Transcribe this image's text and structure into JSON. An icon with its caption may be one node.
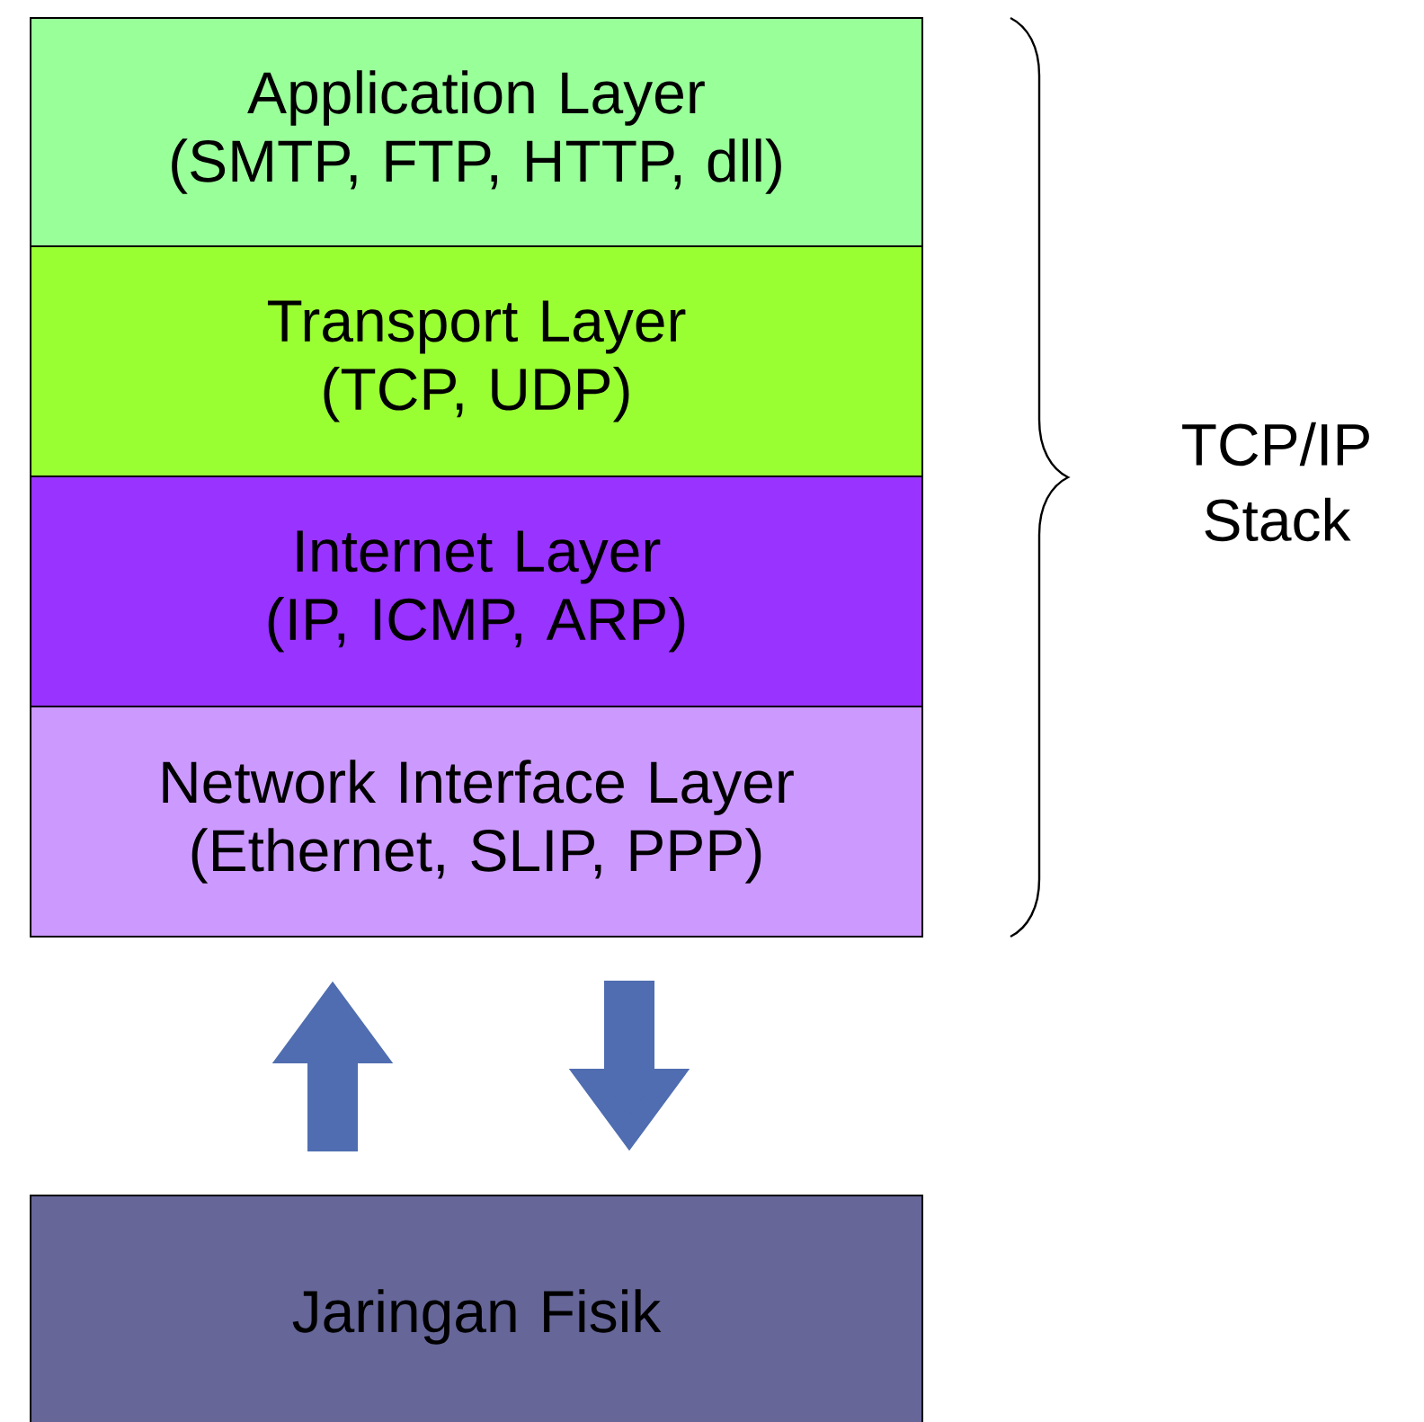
{
  "diagram": {
    "nodes": [
      {
        "text": [
          "Application Layer",
          "(SMTP, FTP, HTTP, dll)"
        ]
      },
      {
        "text": [
          "Transport Layer",
          "(TCP, UDP)"
        ]
      },
      {
        "text": [
          "Internet Layer",
          "(IP, ICMP, ARP)"
        ]
      },
      {
        "text": [
          "Network Interface Layer",
          "(Ethernet, SLIP, PPP)"
        ]
      },
      {
        "text": [
          "Jaringan Fisik"
        ]
      }
    ],
    "edges": [
      {
        "from": 4,
        "to": 3,
        "arrow": "to"
      },
      {
        "from": 3,
        "to": 4,
        "arrow": "to"
      }
    ],
    "labels": [
      "TCP/IP Stack"
    ]
  }
}
